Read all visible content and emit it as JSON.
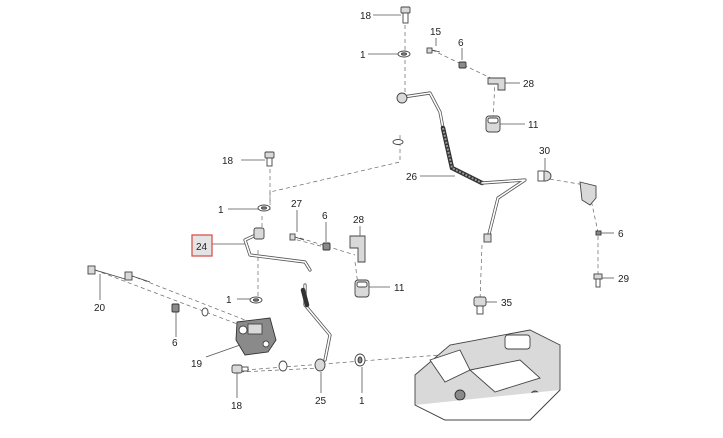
{
  "callouts": {
    "c18_top": "18",
    "c1_top": "1",
    "c15": "15",
    "c6_top": "6",
    "c28_top": "28",
    "c11_top": "11",
    "c30": "30",
    "c18_mid": "18",
    "c26": "26",
    "c1_mid": "1",
    "c27": "27",
    "c6_mid": "6",
    "c28_mid": "28",
    "c6_right": "6",
    "c24": "24",
    "c11_mid": "11",
    "c29": "29",
    "c20": "20",
    "c1_low": "1",
    "c35": "35",
    "c6_low": "6",
    "c19": "19",
    "c18_bot": "18",
    "c25": "25",
    "c1_bot": "1"
  },
  "highlight": {
    "label": "24",
    "color": "#d9534f"
  }
}
